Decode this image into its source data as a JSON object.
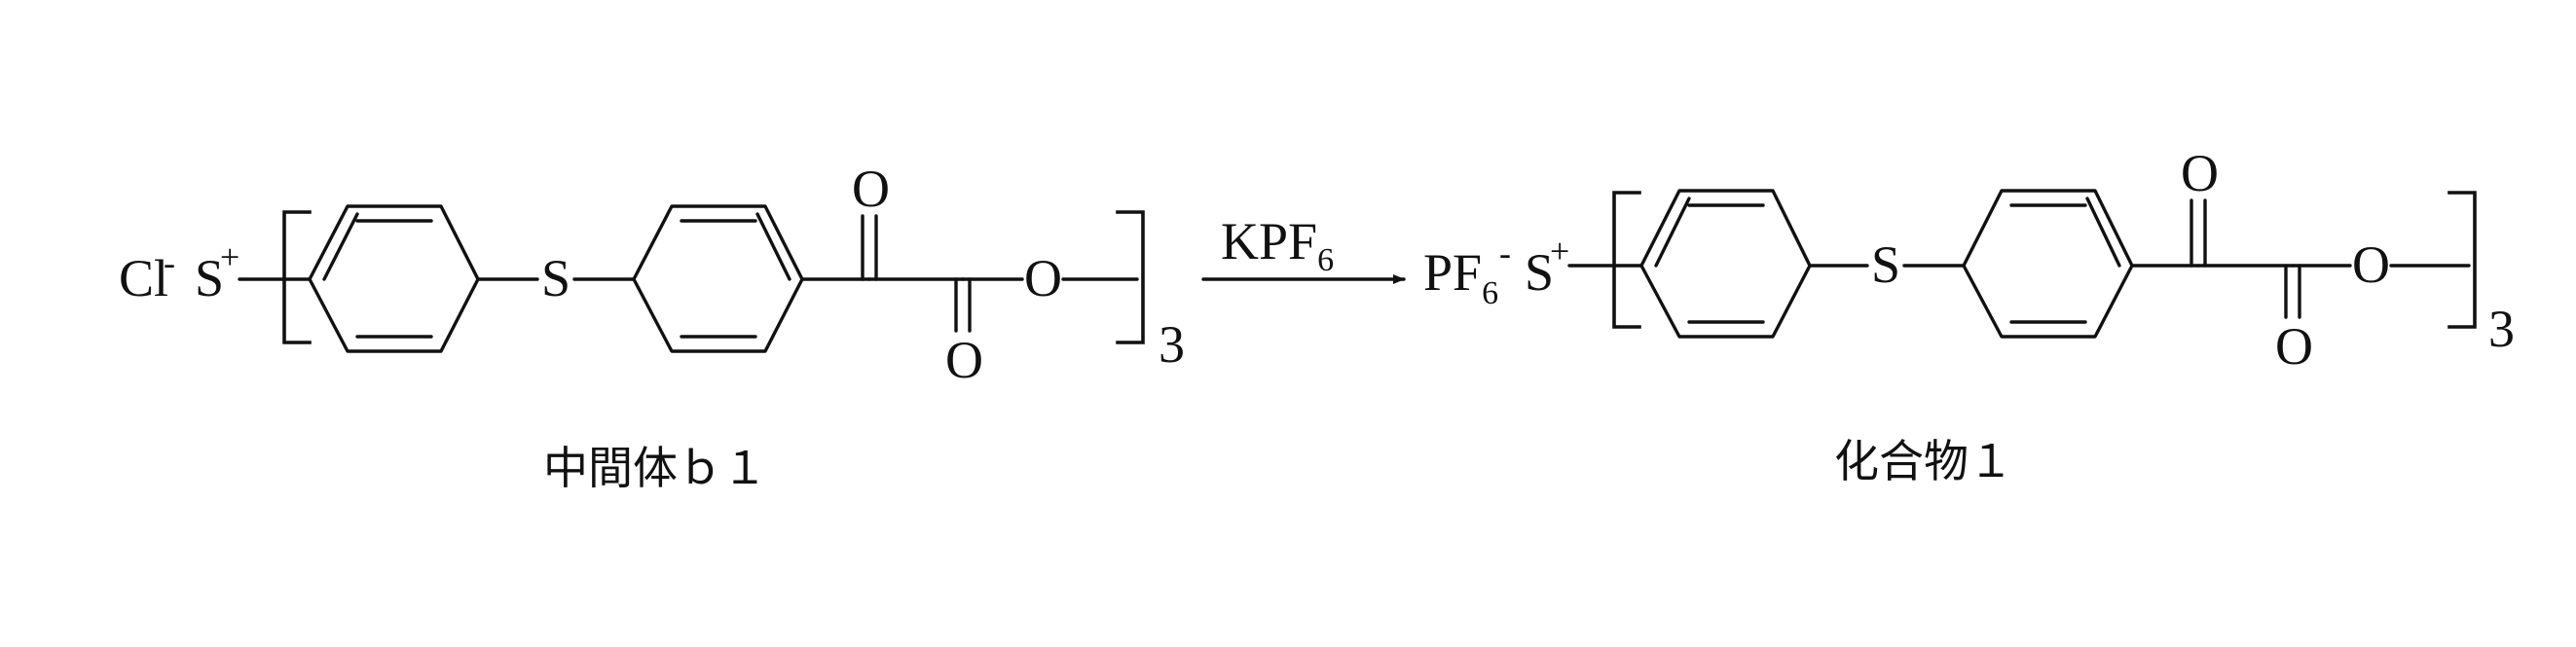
{
  "reactant": {
    "counter_ion": "Cl",
    "counter_ion_charge": "-",
    "cation": "S",
    "cation_charge": "+",
    "thioether": "S",
    "carbonyl_oxygen_top": "O",
    "carbonyl_oxygen_bottom": "O",
    "ester_oxygen": "O",
    "repeat_count": "3",
    "caption": "中間体ｂ１"
  },
  "reagent": {
    "formula_main": "KPF",
    "formula_subscript": "6"
  },
  "product": {
    "counter_ion": "PF",
    "counter_ion_subscript": "6",
    "counter_ion_charge": "-",
    "cation": "S",
    "cation_charge": "+",
    "thioether": "S",
    "carbonyl_oxygen_top": "O",
    "carbonyl_oxygen_bottom": "O",
    "ester_oxygen": "O",
    "repeat_count": "3",
    "caption": "化合物１"
  }
}
